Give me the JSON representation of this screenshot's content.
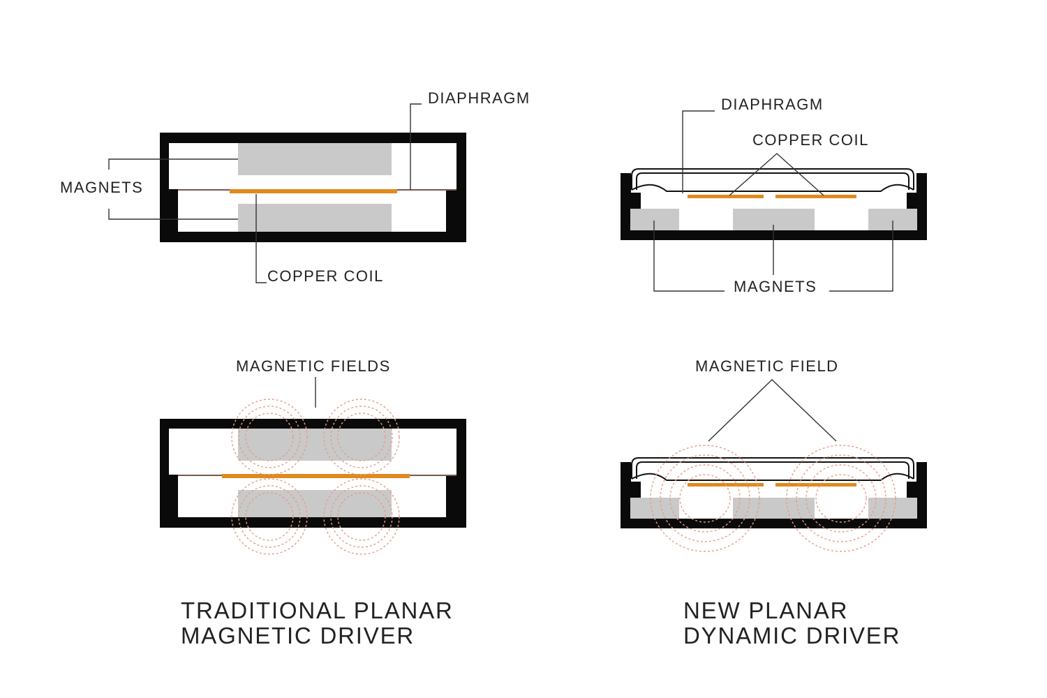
{
  "colors": {
    "shell": "#0a0a0a",
    "magnet": "#c9c9c9",
    "copper_coil": "#e08a1e",
    "field": "#e79c86",
    "text": "#222222"
  },
  "traditional": {
    "top_diagram": {
      "diaphragm_label": "DIAPHRAGM",
      "magnets_label": "MAGNETS",
      "copper_coil_label": "COPPER COIL"
    },
    "bottom_diagram": {
      "fields_label": "MAGNETIC FIELDS"
    },
    "caption_line1": "TRADITIONAL PLANAR",
    "caption_line2": "MAGNETIC DRIVER"
  },
  "new_design": {
    "top_diagram": {
      "diaphragm_label": "DIAPHRAGM",
      "copper_coil_label": "COPPER COIL",
      "magnets_label": "MAGNETS"
    },
    "bottom_diagram": {
      "field_label": "MAGNETIC FIELD"
    },
    "caption_line1": "NEW PLANAR",
    "caption_line2": "DYNAMIC DRIVER"
  }
}
